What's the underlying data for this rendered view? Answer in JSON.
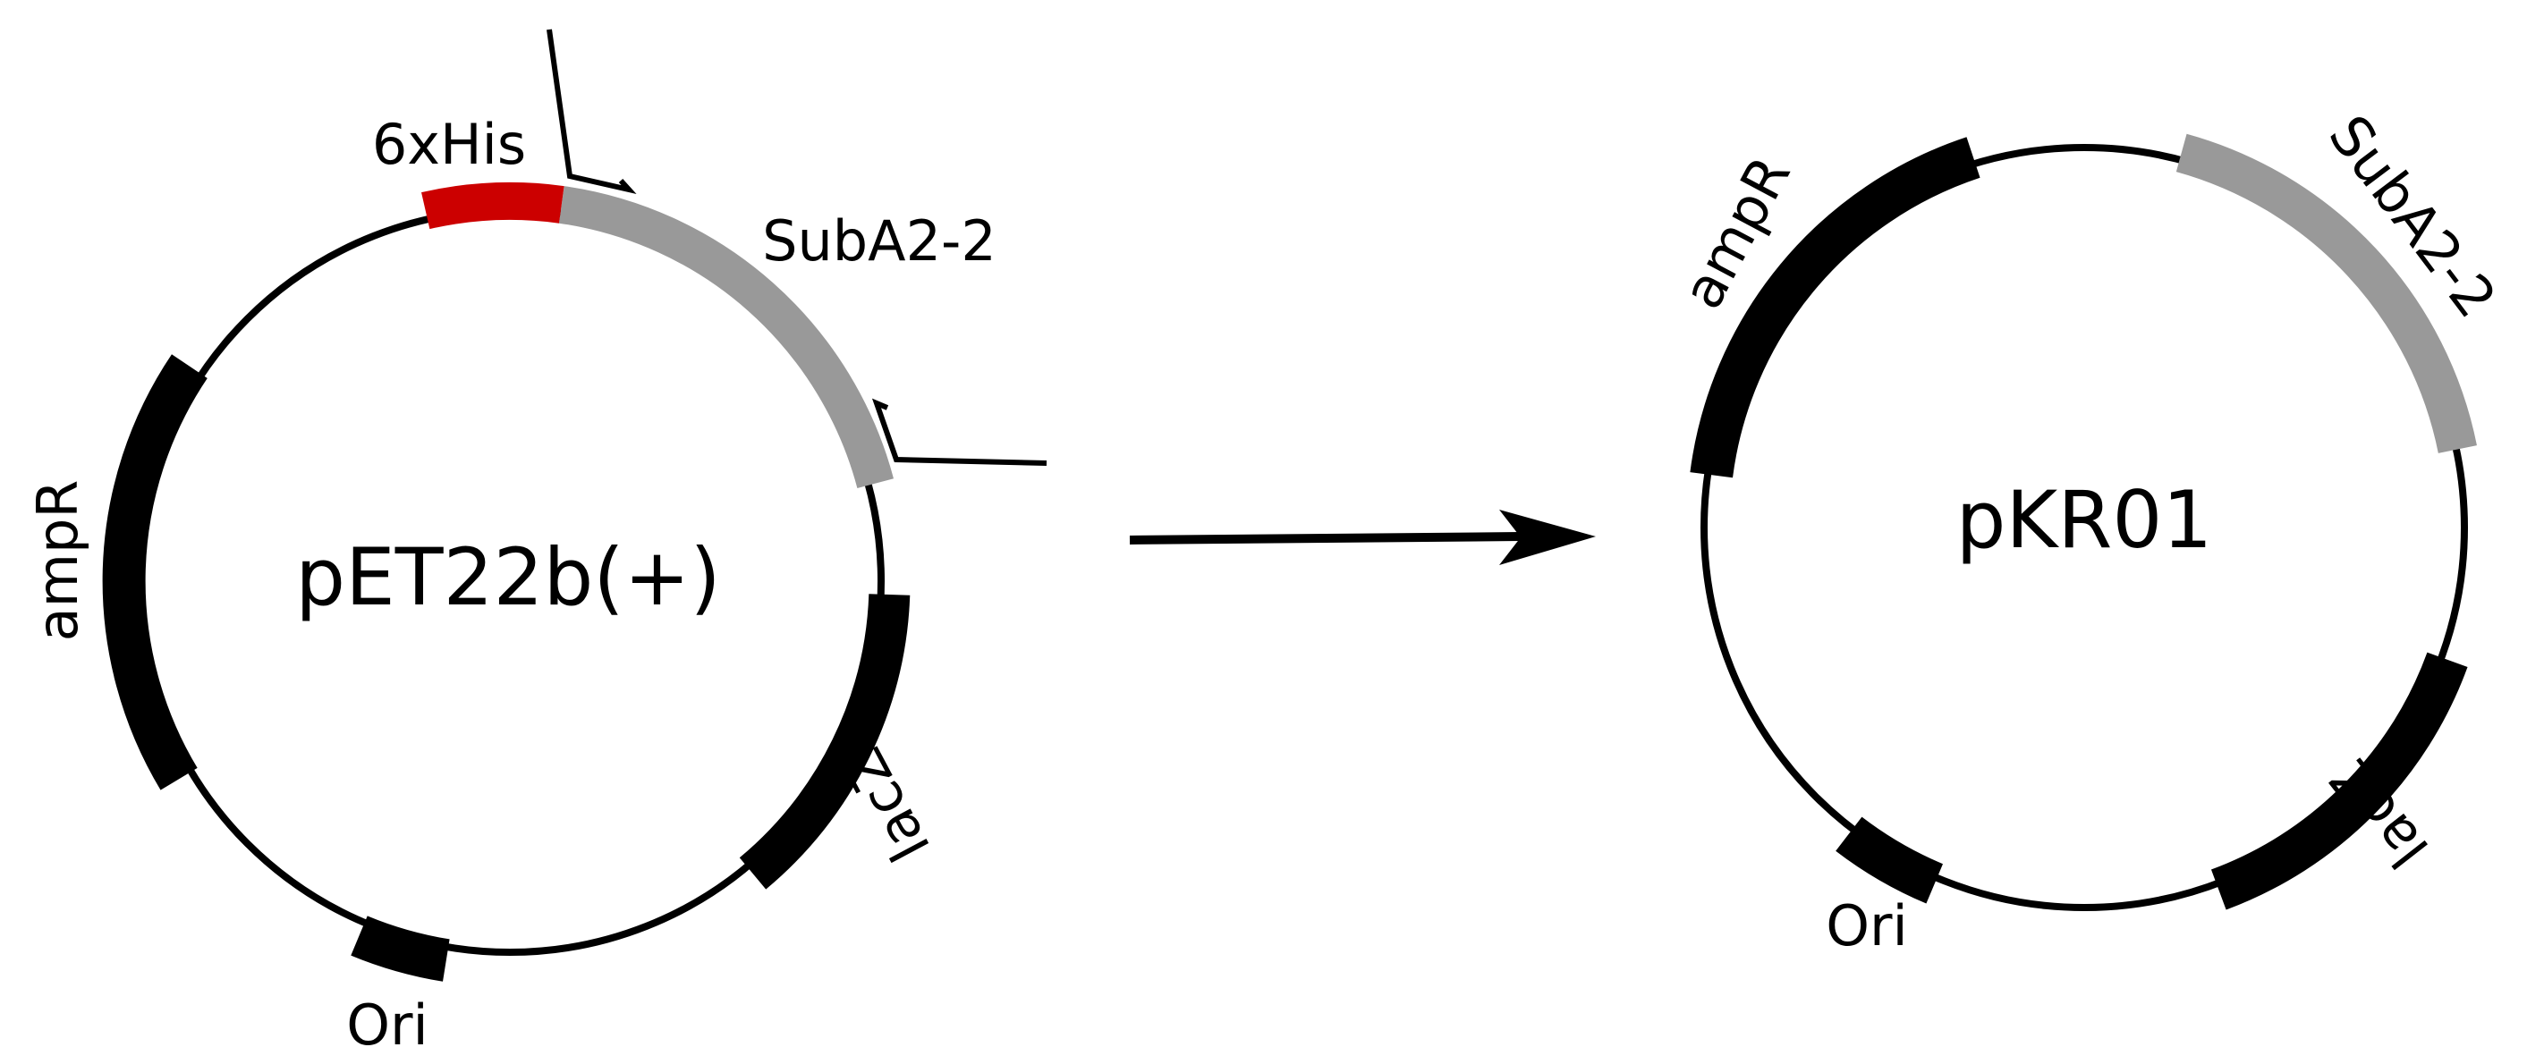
{
  "diagram": {
    "left_plasmid": {
      "name": "pET22b(+)",
      "features": {
        "his_tag": {
          "label": "6xHis",
          "color": "#cc0000"
        },
        "insert": {
          "label": "SubA2-2",
          "color": "#999999"
        },
        "ampr": {
          "label": "ampR",
          "color": "#000000"
        },
        "ori": {
          "label": "Ori",
          "color": "#000000"
        },
        "lacz": {
          "label": "lacZ",
          "color": "#000000"
        }
      }
    },
    "right_plasmid": {
      "name": "pKR01",
      "features": {
        "insert": {
          "label": "SubA2-2",
          "color": "#999999"
        },
        "ampr": {
          "label": "ampR",
          "color": "#000000"
        },
        "ori": {
          "label": "Ori",
          "color": "#000000"
        },
        "lacz": {
          "label": "lacZ",
          "color": "#000000"
        }
      }
    }
  }
}
